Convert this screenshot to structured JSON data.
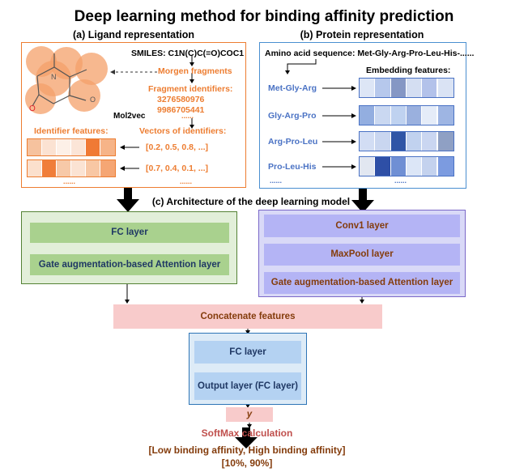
{
  "title": "Deep learning method for binding affinity prediction",
  "ligand": {
    "heading": "(a) Ligand representation",
    "smiles": "SMILES: C1N(C)C(=O)COC1",
    "atom_n": "N",
    "atom_o1": "O",
    "atom_o2": "O",
    "morgen": "Morgen fragments",
    "fragment_ids_label": "Fragment identifiers:",
    "fragment_ids": [
      "3276580976",
      "9986705441"
    ],
    "dots": "......",
    "mol2vec": "Mol2vec",
    "identifier_features": "Identifier features:",
    "vectors_label": "Vectors of identifiers:",
    "vectors": [
      "[0.2, 0.5, 0.8, ...]",
      "[0.7, 0.4, 0.1, ...]"
    ],
    "feature_rows": [
      [
        "#f6c29e",
        "#fbe2d2",
        "#fdf0e7",
        "#fbe5d7",
        "#f07a35",
        "#f6b488"
      ],
      [
        "#fbe0cd",
        "#f07e3a",
        "#f7c9a8",
        "#fbe3d3",
        "#f8c7a4",
        "#f5a674"
      ]
    ],
    "row_dots": "......",
    "vec_dots": "......"
  },
  "protein": {
    "heading": "(b) Protein representation",
    "sequence": "Amino acid sequence: Met-Gly-Arg-Pro-Leu-His-......",
    "embedding_label": "Embedding features:",
    "kmers": [
      "Met-Gly-Arg",
      "Gly-Arg-Pro",
      "Arg-Pro-Leu",
      "Pro-Leu-His"
    ],
    "kmer_dots": "......",
    "emb_dots": "......",
    "embedding_rows": [
      [
        "#dde6f6",
        "#b6c8ec",
        "#8597c4",
        "#d4def2",
        "#b3c2ea",
        "#dae3f4"
      ],
      [
        "#93aee0",
        "#cad8f1",
        "#bfd2f0",
        "#9ab0de",
        "#e5ecf8",
        "#9eb5e3"
      ],
      [
        "#d2ddf4",
        "#c9d6f0",
        "#2f55a6",
        "#c1d2ef",
        "#cad6f1",
        "#8fa0c4"
      ],
      [
        "#e2e7f1",
        "#2e4fa6",
        "#6f8fd4",
        "#dce6f7",
        "#c4d2ee",
        "#7c9be0"
      ]
    ]
  },
  "architecture": {
    "heading": "(c) Architecture of the deep learning model",
    "ligand_fc": "FC layer",
    "ligand_attention": "Gate augmentation-based Attention layer",
    "conv1": "Conv1 layer",
    "maxpool": "MaxPool layer",
    "protein_attention": "Gate augmentation-based Attention layer",
    "concatenate": "Concatenate features",
    "fc": "FC layer",
    "output": "Output layer (FC layer)",
    "y": "y",
    "softmax": "SoftMax calculation",
    "result_labels": "[Low binding affinity, High binding affinity]",
    "result_values": "[10%, 90%]"
  },
  "colors": {
    "orange": "#ed7d31",
    "blue_text": "#4a72c4",
    "dark_red": "#843c0c",
    "green_panel": "#e2efd9",
    "green_border": "#548235",
    "green_box": "#a9d18e",
    "purple_panel": "#d9d9f7",
    "purple_border": "#7b68c8",
    "purple_box": "#b4b4f5",
    "pink": "#f8cbcb",
    "blue_panel": "#ddebf7",
    "blue_box": "#b4d2f2",
    "blue_border": "#2e75b6"
  }
}
